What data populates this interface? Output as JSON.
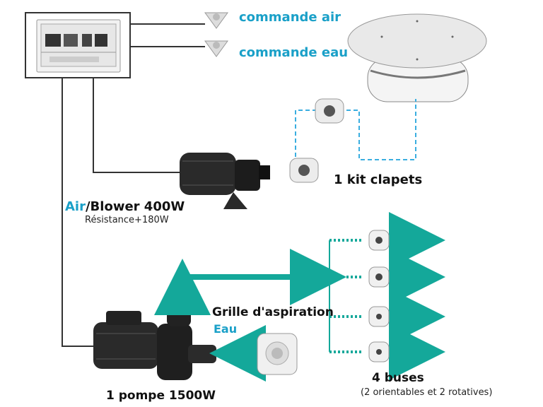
{
  "labels": {
    "commande_air": "commande air",
    "commande_eau": "commande eau",
    "kit_clapets": "1 kit clapets",
    "air_prefix": "Air",
    "blower": "/Blower 400W",
    "resistance": "Résistance+180W",
    "grille": "Grille d'aspiration",
    "eau": "Eau",
    "buses": "4 buses",
    "buses_detail": "(2 orientables et 2 rotatives)",
    "pompe": "1 pompe 1500W"
  },
  "colors": {
    "accent_teal": "#1aa0c8",
    "arrow_teal": "#14a89a",
    "dashed_line": "#3aaee0",
    "wire": "#333333",
    "text": "#111111"
  },
  "icons": {
    "control_box": "electrical-cabinet",
    "push_button": "triangular-air-button",
    "blower": "air-blower",
    "check_valve": "check-valve",
    "pool_cover": "oval-air-diffuser",
    "pump": "pool-pump",
    "grille": "suction-grille",
    "nozzle": "jet-nozzle"
  }
}
